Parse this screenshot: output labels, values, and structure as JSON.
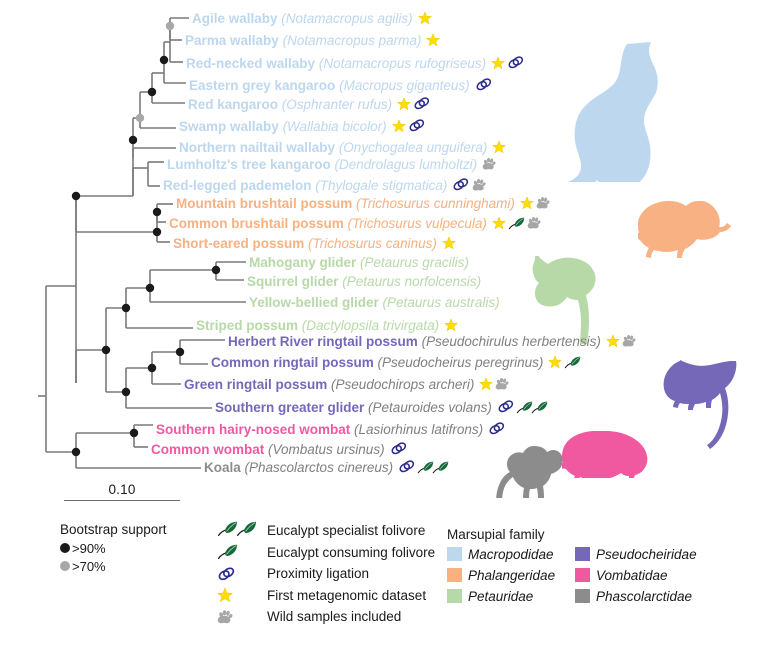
{
  "figure": {
    "type": "phylogenetic-tree",
    "scale_bar": {
      "label": "0.10"
    }
  },
  "palette": {
    "macropodidae": "#bdd7ee",
    "phalangeridae": "#f7b183",
    "petauridae": "#b7d9a8",
    "pseudocheiridae": "#7568b8",
    "vombatidae": "#f0599f",
    "phascolarctidae": "#8c8c8c",
    "star": "#ffdd00",
    "star_stroke": "#e8c400",
    "leaf": "#16693a",
    "leaf_stem": "#1a1a1a",
    "ligation": "#2a2a8c",
    "paw": "#a6a6a6",
    "branch": "#7a7a7a",
    "node_high": "#1a1a1a",
    "node_mid": "#a8a8a8"
  },
  "taxa": [
    {
      "common": "Agile wallaby",
      "sci": "(Notamacropus agilis)",
      "family": "macropodidae",
      "icons": [
        "star"
      ]
    },
    {
      "common": "Parma wallaby",
      "sci": "(Notamacropus parma)",
      "family": "macropodidae",
      "icons": [
        "star"
      ]
    },
    {
      "common": "Red-necked wallaby",
      "sci": "(Notamacropus rufogriseus)",
      "family": "macropodidae",
      "icons": [
        "star",
        "ligation"
      ]
    },
    {
      "common": "Eastern grey kangaroo",
      "sci": "(Macropus giganteus)",
      "family": "macropodidae",
      "icons": [
        "ligation"
      ]
    },
    {
      "common": "Red kangaroo",
      "sci": "(Osphranter rufus)",
      "family": "macropodidae",
      "icons": [
        "star",
        "ligation"
      ]
    },
    {
      "common": "Swamp wallaby",
      "sci": "(Wallabia bicolor)",
      "family": "macropodidae",
      "icons": [
        "star",
        "ligation"
      ]
    },
    {
      "common": "Northern nailtail wallaby",
      "sci": "(Onychogalea unguifera)",
      "family": "macropodidae",
      "icons": [
        "star"
      ]
    },
    {
      "common": "Lumholtz's tree kangaroo",
      "sci": "(Dendrolagus lumholtzi)",
      "family": "macropodidae",
      "icons": [
        "paw"
      ]
    },
    {
      "common": "Red-legged pademelon",
      "sci": "(Thylogale stigmatica)",
      "family": "macropodidae",
      "icons": [
        "ligation",
        "paw"
      ]
    },
    {
      "common": "Mountain brushtail possum",
      "sci": "(Trichosurus cunninghami)",
      "family": "phalangeridae",
      "icons": [
        "star",
        "paw"
      ]
    },
    {
      "common": "Common brushtail possum",
      "sci": "(Trichosurus vulpecula)",
      "family": "phalangeridae",
      "icons": [
        "star",
        "leaf1",
        "paw"
      ]
    },
    {
      "common": "Short-eared possum",
      "sci": "(Trichosurus caninus)",
      "family": "phalangeridae",
      "icons": [
        "star"
      ]
    },
    {
      "common": "Mahogany glider",
      "sci": "(Petaurus gracilis)",
      "family": "petauridae",
      "icons": []
    },
    {
      "common": "Squirrel glider",
      "sci": "(Petaurus norfolcensis)",
      "family": "petauridae",
      "icons": []
    },
    {
      "common": "Yellow-bellied glider",
      "sci": "(Petaurus australis)",
      "family": "petauridae",
      "icons": []
    },
    {
      "common": "Striped possum",
      "sci": "(Dactylopsila trivirgata)",
      "family": "petauridae",
      "icons": [
        "star"
      ]
    },
    {
      "common": "Herbert River ringtail possum",
      "sci": "(Pseudochirulus herbertensis)",
      "family": "pseudocheiridae",
      "icons": [
        "star",
        "paw"
      ]
    },
    {
      "common": "Common ringtail possum",
      "sci": "(Pseudocheirus peregrinus)",
      "family": "pseudocheiridae",
      "icons": [
        "star",
        "leaf1"
      ]
    },
    {
      "common": "Green ringtail possum",
      "sci": "(Pseudochirops archeri)",
      "family": "pseudocheiridae",
      "icons": [
        "star",
        "paw"
      ]
    },
    {
      "common": "Southern greater glider",
      "sci": "(Petauroides volans)",
      "family": "pseudocheiridae",
      "icons": [
        "ligation",
        "leaf2"
      ]
    },
    {
      "common": "Southern hairy-nosed wombat",
      "sci": "(Lasiorhinus latifrons)",
      "family": "vombatidae",
      "icons": [
        "ligation"
      ]
    },
    {
      "common": "Common wombat",
      "sci": "(Vombatus ursinus)",
      "family": "vombatidae",
      "icons": [
        "ligation"
      ]
    },
    {
      "common": "Koala",
      "sci": "(Phascolarctos cinereus)",
      "family": "phascolarctidae",
      "icons": [
        "ligation",
        "leaf2"
      ]
    }
  ],
  "bootstrap_legend": {
    "title": "Bootstrap support",
    "items": [
      {
        "label": ">90%",
        "shade": "high"
      },
      {
        "label": ">70%",
        "shade": "mid"
      }
    ]
  },
  "symbol_legend": {
    "items": [
      {
        "symbol": "leaf2",
        "label": "Eucalypt specialist folivore"
      },
      {
        "symbol": "leaf1",
        "label": "Eucalypt consuming folivore"
      },
      {
        "symbol": "ligation",
        "label": "Proximity ligation"
      },
      {
        "symbol": "star",
        "label": "First metagenomic dataset"
      },
      {
        "symbol": "paw",
        "label": "Wild samples included"
      }
    ]
  },
  "family_legend": {
    "title": "Marsupial family",
    "items": [
      {
        "name": "Macropodidae",
        "key": "macropodidae"
      },
      {
        "name": "Pseudocheiridae",
        "key": "pseudocheiridae"
      },
      {
        "name": "Phalangeridae",
        "key": "phalangeridae"
      },
      {
        "name": "Vombatidae",
        "key": "vombatidae"
      },
      {
        "name": "Petauridae",
        "key": "petauridae"
      },
      {
        "name": "Phascolarctidae",
        "key": "phascolarctidae"
      }
    ]
  },
  "silhouettes": [
    {
      "name": "kangaroo-silhouette",
      "family": "macropodidae"
    },
    {
      "name": "brushtail-possum-silhouette",
      "family": "phalangeridae"
    },
    {
      "name": "glider-silhouette",
      "family": "petauridae"
    },
    {
      "name": "ringtail-possum-silhouette",
      "family": "pseudocheiridae"
    },
    {
      "name": "wombat-silhouette",
      "family": "vombatidae"
    },
    {
      "name": "koala-silhouette",
      "family": "phascolarctidae"
    }
  ]
}
